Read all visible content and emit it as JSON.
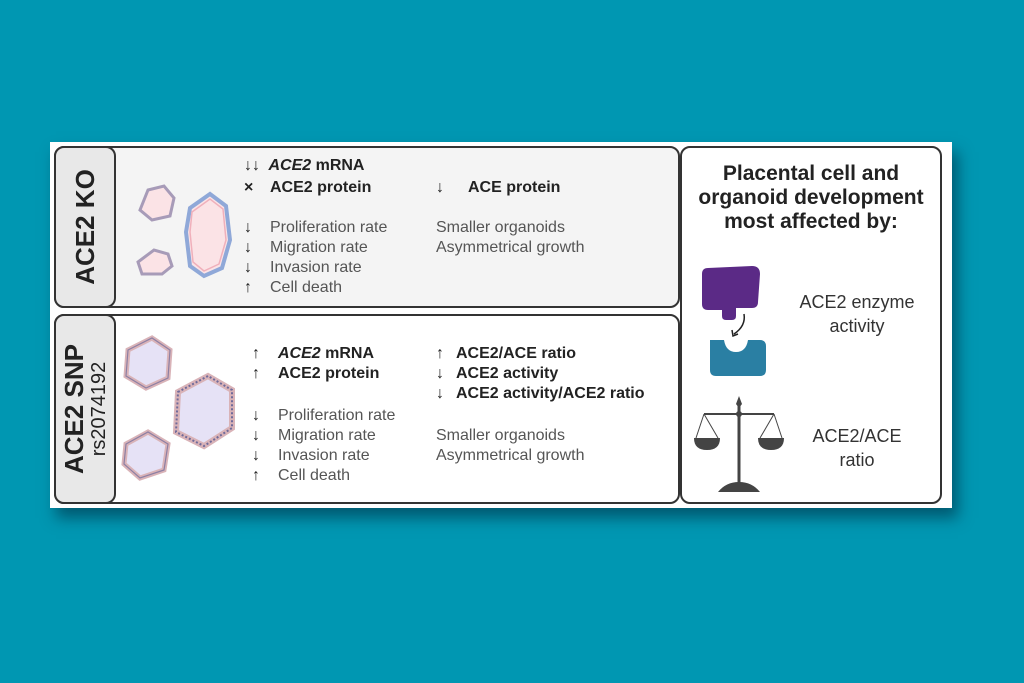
{
  "colors": {
    "background": "#0097b2",
    "enzyme_top": "#5b2a86",
    "enzyme_bottom": "#2a7fa3",
    "scale": "#444444",
    "ko_organoid_fill": "#fbe3e6",
    "snp_organoid_fill": "#e6e2f6"
  },
  "ko": {
    "label": "ACE2 KO",
    "mrna": {
      "arrow": "↓↓",
      "gene": "ACE2",
      "suffix": " mRNA"
    },
    "protein": {
      "arrow": "×",
      "text": "ACE2 protein"
    },
    "ace_protein": {
      "arrow": "↓",
      "text": "ACE protein"
    },
    "effects": [
      {
        "arrow": "↓",
        "text": "Proliferation rate"
      },
      {
        "arrow": "↓",
        "text": "Migration rate"
      },
      {
        "arrow": "↓",
        "text": "Invasion rate"
      },
      {
        "arrow": "↑",
        "text": "Cell death"
      }
    ],
    "morphology": [
      "Smaller organoids",
      "Asymmetrical growth"
    ]
  },
  "snp": {
    "label": "ACE2 SNP",
    "sublabel": "rs2074192",
    "mrna": {
      "arrow": "↑",
      "gene": "ACE2",
      "suffix": " mRNA"
    },
    "protein": {
      "arrow": "↑",
      "text": "ACE2 protein"
    },
    "ratios": [
      {
        "arrow": "↑",
        "text": "ACE2/ACE ratio"
      },
      {
        "arrow": "↓",
        "text": "ACE2 activity"
      },
      {
        "arrow": "↓",
        "text": "ACE2 activity/ACE2 ratio"
      }
    ],
    "effects": [
      {
        "arrow": "↓",
        "text": "Proliferation rate"
      },
      {
        "arrow": "↓",
        "text": "Migration rate"
      },
      {
        "arrow": "↓",
        "text": "Invasion rate"
      },
      {
        "arrow": "↑",
        "text": "Cell death"
      }
    ],
    "morphology": [
      "Smaller organoids",
      "Asymmetrical growth"
    ]
  },
  "summary": {
    "heading_lines": [
      "Placental cell and",
      "organoid development",
      "most affected by:"
    ],
    "factor1_lines": [
      "ACE2 enzyme",
      "activity"
    ],
    "factor2_lines": [
      "ACE2/ACE",
      "ratio"
    ]
  }
}
